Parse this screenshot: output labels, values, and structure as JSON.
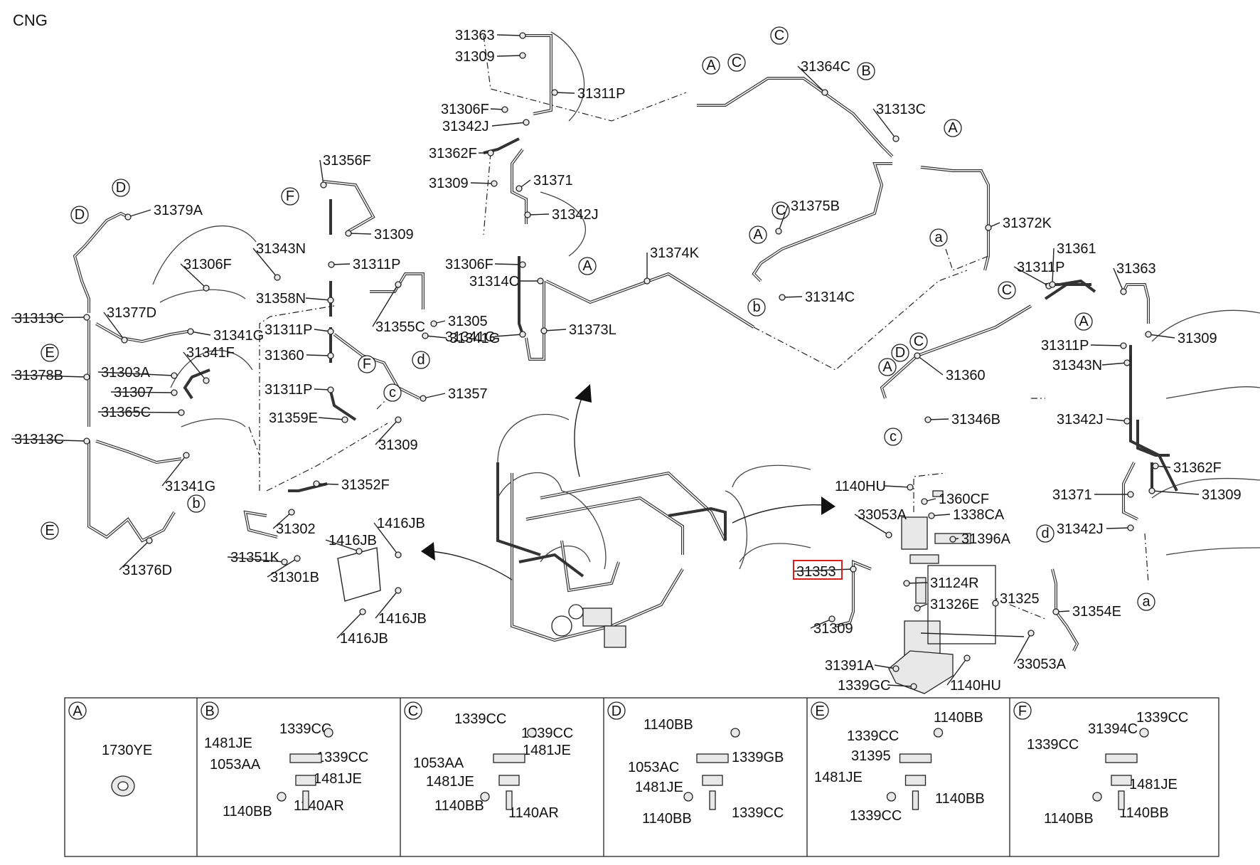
{
  "title": "CNG",
  "highlighted_part": "31353",
  "parts": [
    {
      "id": "31363",
      "text": "31363"
    },
    {
      "id": "31309",
      "text": "31309"
    },
    {
      "id": "31306F",
      "text": "31306F"
    },
    {
      "id": "31342J",
      "text": "31342J"
    },
    {
      "id": "31311P",
      "text": "31311P"
    },
    {
      "id": "31362F",
      "text": "31362F"
    },
    {
      "id": "31371",
      "text": "31371"
    },
    {
      "id": "31314C",
      "text": "31314C"
    },
    {
      "id": "31373L",
      "text": "31373L"
    },
    {
      "id": "31374K",
      "text": "31374K"
    },
    {
      "id": "31364C",
      "text": "31364C"
    },
    {
      "id": "31313C",
      "text": "31313C"
    },
    {
      "id": "31375B",
      "text": "31375B"
    },
    {
      "id": "31372K",
      "text": "31372K"
    },
    {
      "id": "31361",
      "text": "31361"
    },
    {
      "id": "31343N",
      "text": "31343N"
    },
    {
      "id": "31360",
      "text": "31360"
    },
    {
      "id": "31346B",
      "text": "31346B"
    },
    {
      "id": "31354E",
      "text": "31354E"
    },
    {
      "id": "31356F",
      "text": "31356F"
    },
    {
      "id": "31379A",
      "text": "31379A"
    },
    {
      "id": "31358N",
      "text": "31358N"
    },
    {
      "id": "31355C",
      "text": "31355C"
    },
    {
      "id": "31305",
      "text": "31305"
    },
    {
      "id": "31341G",
      "text": "31341G"
    },
    {
      "id": "31377D",
      "text": "31377D"
    },
    {
      "id": "31341F",
      "text": "31341F"
    },
    {
      "id": "31303A",
      "text": "31303A"
    },
    {
      "id": "31307",
      "text": "31307"
    },
    {
      "id": "31378B",
      "text": "31378B"
    },
    {
      "id": "31365C",
      "text": "31365C"
    },
    {
      "id": "31359E",
      "text": "31359E"
    },
    {
      "id": "31357",
      "text": "31357"
    },
    {
      "id": "31352F",
      "text": "31352F"
    },
    {
      "id": "31302",
      "text": "31302"
    },
    {
      "id": "31351K",
      "text": "31351K"
    },
    {
      "id": "31301B",
      "text": "31301B"
    },
    {
      "id": "31376D",
      "text": "31376D"
    },
    {
      "id": "1416JB",
      "text": "1416JB"
    },
    {
      "id": "1140HU",
      "text": "1140HU"
    },
    {
      "id": "1360CF",
      "text": "1360CF"
    },
    {
      "id": "33053A",
      "text": "33053A"
    },
    {
      "id": "1338CA",
      "text": "1338CA"
    },
    {
      "id": "31396A",
      "text": "31396A"
    },
    {
      "id": "31353",
      "text": "31353"
    },
    {
      "id": "31124R",
      "text": "31124R"
    },
    {
      "id": "31325",
      "text": "31325"
    },
    {
      "id": "31326E",
      "text": "31326E"
    },
    {
      "id": "31391A",
      "text": "31391A"
    },
    {
      "id": "1339GC",
      "text": "1339GC"
    }
  ],
  "callouts": [
    "A",
    "B",
    "C",
    "D",
    "E",
    "F",
    "a",
    "b",
    "c",
    "d"
  ],
  "detail_panels": [
    {
      "letter": "A",
      "labels": [
        "1730YE"
      ]
    },
    {
      "letter": "B",
      "labels": [
        "1339CC",
        "1481JE",
        "1339CC",
        "1053AA",
        "1481JE",
        "1140BB",
        "1140AR"
      ]
    },
    {
      "letter": "C",
      "labels": [
        "1339CC",
        "1339CC",
        "1053AA",
        "1481JE",
        "1481JE",
        "1140BB",
        "1140AR"
      ]
    },
    {
      "letter": "D",
      "labels": [
        "1140BB",
        "1339GB",
        "1053AC",
        "1481JE",
        "1339CC",
        "1140BB"
      ]
    },
    {
      "letter": "E",
      "labels": [
        "1140BB",
        "1339CC",
        "31395",
        "1481JE",
        "1140BB",
        "1339CC"
      ]
    },
    {
      "letter": "F",
      "labels": [
        "1339CC",
        "31394C",
        "1339CC",
        "1481JE",
        "1140BB",
        "1140BB"
      ]
    }
  ]
}
